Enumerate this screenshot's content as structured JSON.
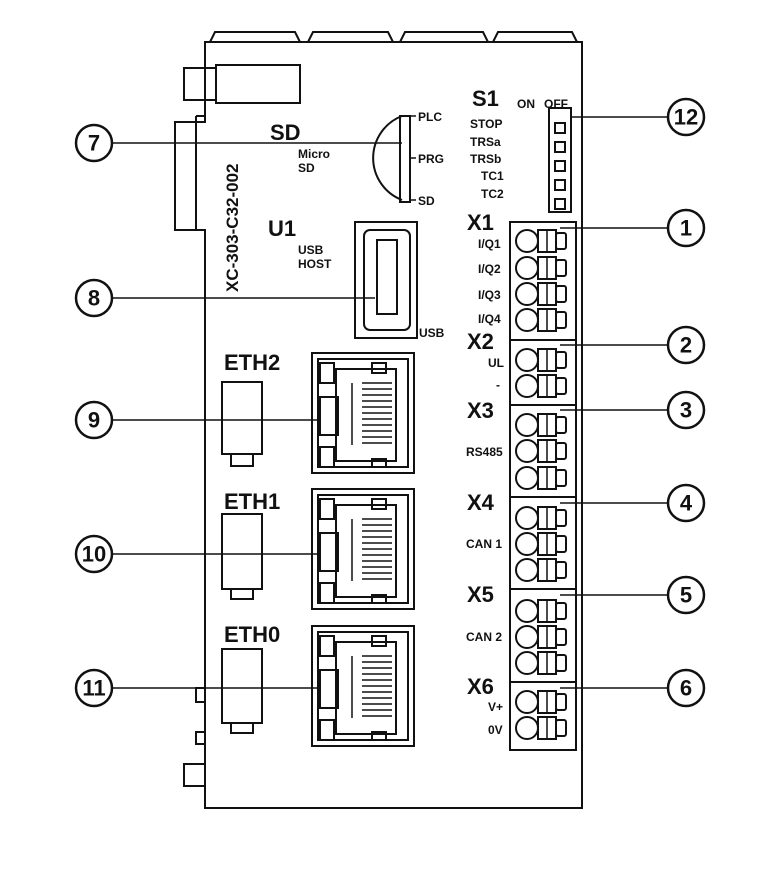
{
  "device": {
    "model": "XC-303-C32-002",
    "sd": {
      "title": "SD",
      "sub1": "Micro",
      "sub2": "SD",
      "pos_plc": "PLC",
      "pos_prg": "PRG",
      "pos_sd": "SD"
    },
    "u1": {
      "title": "U1",
      "sub1": "USB",
      "sub2": "HOST",
      "port_label": "USB"
    },
    "s1": {
      "title": "S1",
      "on": "ON",
      "off": "OFF",
      "positions": [
        "STOP",
        "TRSa",
        "TRSb",
        "TC1",
        "TC2"
      ]
    },
    "eth": [
      {
        "label": "ETH2"
      },
      {
        "label": "ETH1"
      },
      {
        "label": "ETH0"
      }
    ],
    "connectors": [
      {
        "name": "X1",
        "pins": [
          "I/Q1",
          "I/Q2",
          "I/Q3",
          "I/Q4"
        ]
      },
      {
        "name": "X2",
        "pins": [
          "UL",
          "-"
        ]
      },
      {
        "name": "X3",
        "pins": [
          "RS485"
        ]
      },
      {
        "name": "X4",
        "pins": [
          "CAN 1"
        ]
      },
      {
        "name": "X5",
        "pins": [
          "CAN 2"
        ]
      },
      {
        "name": "X6",
        "pins": [
          "V+",
          "0V"
        ]
      }
    ]
  },
  "callouts": [
    "1",
    "2",
    "3",
    "4",
    "5",
    "6",
    "7",
    "8",
    "9",
    "10",
    "11",
    "12"
  ],
  "colors": {
    "line": "#111111",
    "fill": "#ffffff"
  }
}
